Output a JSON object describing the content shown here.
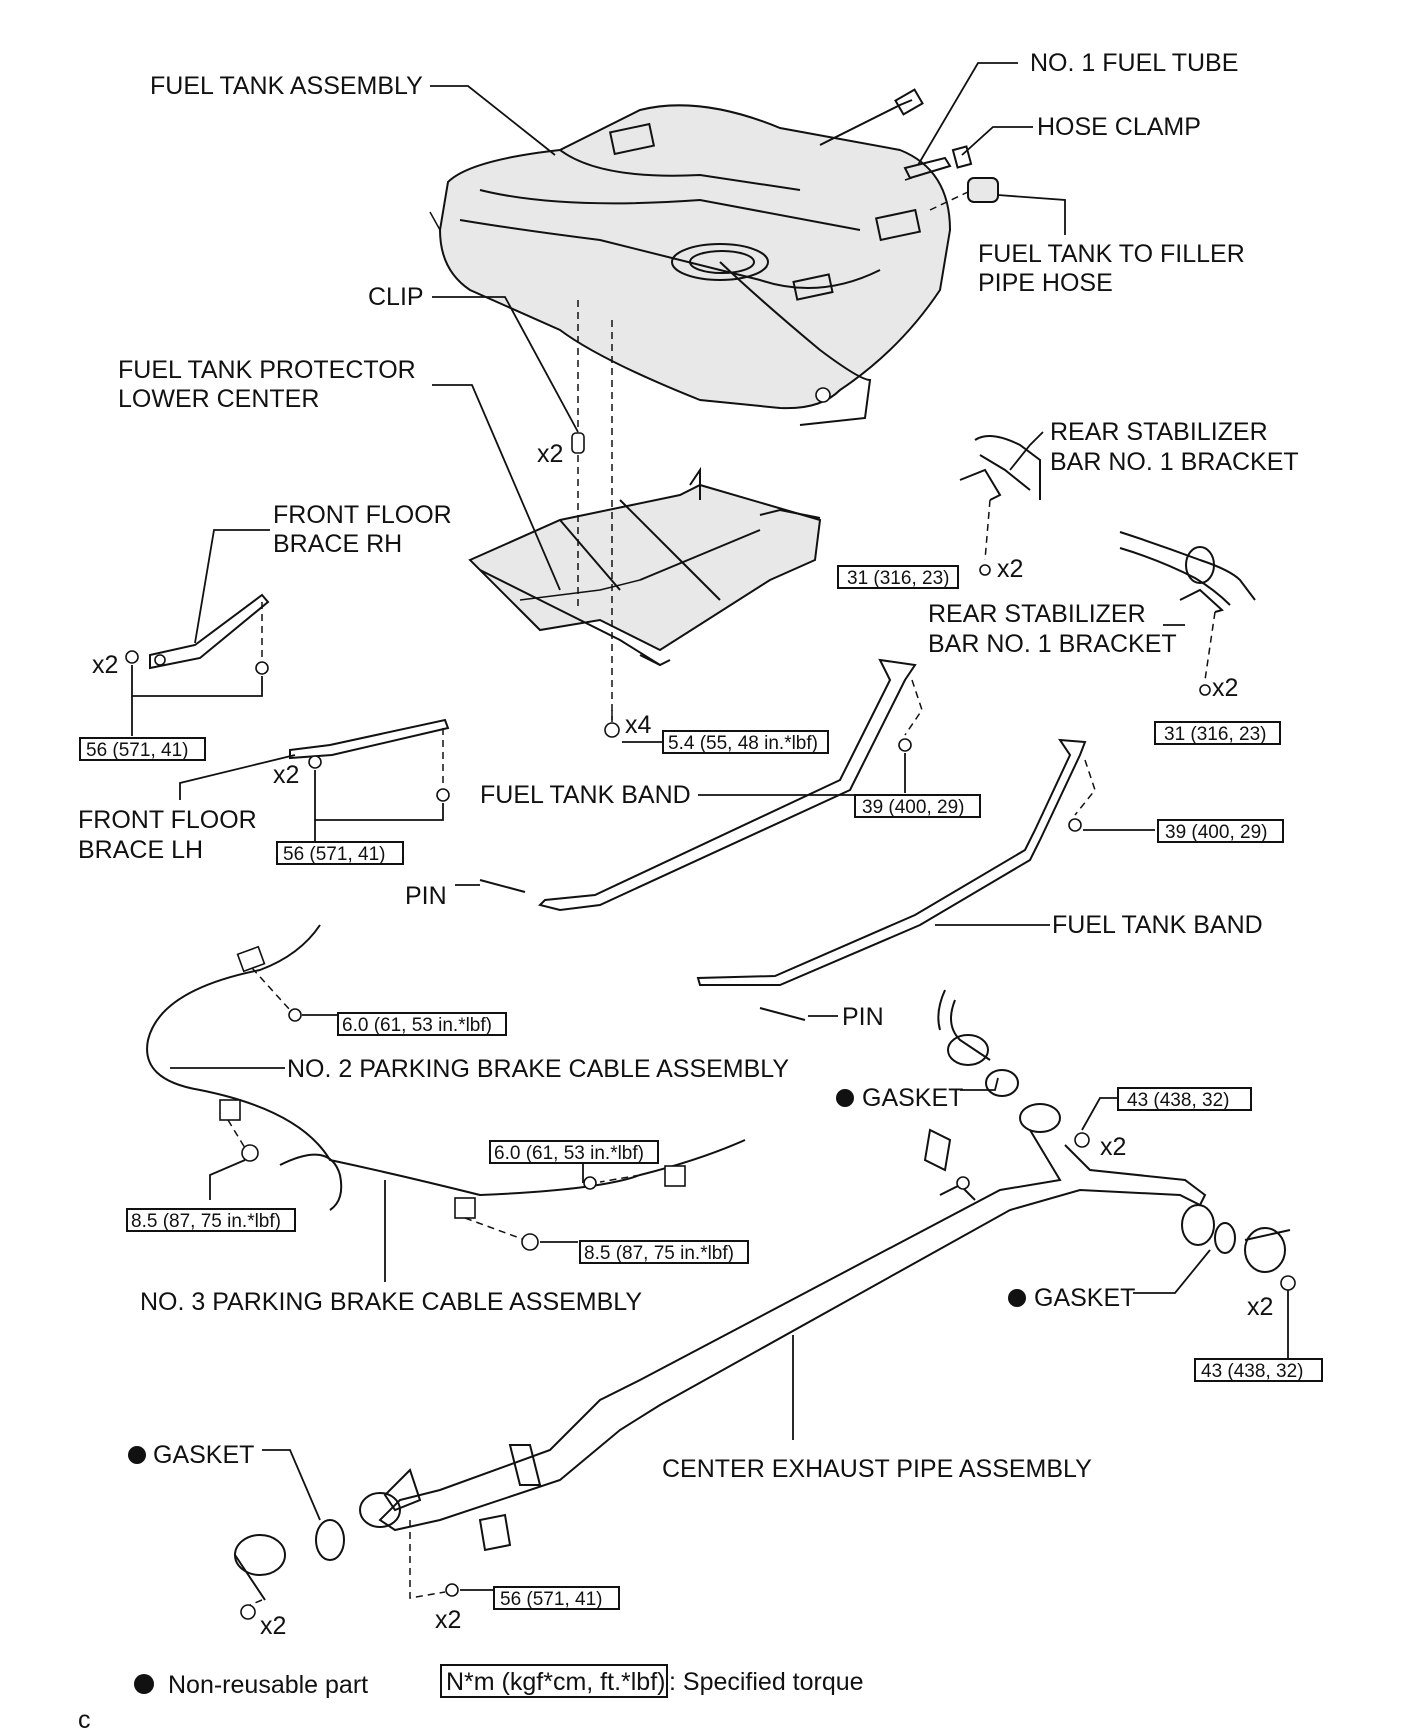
{
  "labels": {
    "fuel_tank_assembly": "FUEL TANK ASSEMBLY",
    "no1_fuel_tube": "NO. 1 FUEL TUBE",
    "hose_clamp": "HOSE CLAMP",
    "filler_pipe_hose_1": "FUEL TANK TO FILLER",
    "filler_pipe_hose_2": "PIPE HOSE",
    "clip": "CLIP",
    "protector_1": "FUEL TANK PROTECTOR",
    "protector_2": "LOWER CENTER",
    "stabilizer_bracket_a_1": "REAR STABILIZER",
    "stabilizer_bracket_a_2": "BAR NO. 1 BRACKET",
    "stabilizer_bracket_b_1": "REAR STABILIZER",
    "stabilizer_bracket_b_2": "BAR NO. 1 BRACKET",
    "front_floor_brace_rh_1": "FRONT FLOOR",
    "front_floor_brace_rh_2": "BRACE RH",
    "front_floor_brace_lh_1": "FRONT FLOOR",
    "front_floor_brace_lh_2": "BRACE LH",
    "fuel_tank_band_1": "FUEL TANK BAND",
    "fuel_tank_band_2": "FUEL TANK BAND",
    "pin_1": "PIN",
    "pin_2": "PIN",
    "no2_parking_brake_cable": "NO. 2 PARKING BRAKE CABLE ASSEMBLY",
    "no3_parking_brake_cable": "NO. 3 PARKING BRAKE CABLE ASSEMBLY",
    "gasket_front": "GASKET",
    "gasket_rear": "GASKET",
    "gasket_lower": "GASKET",
    "center_exhaust_pipe": "CENTER EXHAUST PIPE ASSEMBLY"
  },
  "quantities": {
    "clip_qty": "x2",
    "protector_bolt_qty": "x4",
    "rh_brace_qty": "x2",
    "lh_brace_qty": "x2",
    "bracket_a_qty": "x2",
    "bracket_b_qty": "x2",
    "front_exhaust_nut_qty": "x2",
    "rear_exhaust_nut_qty": "x2",
    "lower_nut_qty": "x2",
    "lower_bolt_qty": "x2"
  },
  "torques": {
    "bracket_a": "31 (316, 23)",
    "bracket_b": "31 (316, 23)",
    "rh_brace": "56 (571, 41)",
    "lh_brace": "56 (571, 41)",
    "protector": "5.4 (55, 48 in.*lbf)",
    "band_1": "39 (400, 29)",
    "band_2": "39 (400, 29)",
    "cable_upper": "6.0 (61, 53 in.*lbf)",
    "cable_middle": "6.0 (61, 53 in.*lbf)",
    "cable_nut_left": "8.5 (87, 75 in.*lbf)",
    "cable_nut_right": "8.5 (87, 75 in.*lbf)",
    "exhaust_front": "43 (438, 32)",
    "exhaust_rear": "43 (438, 32)",
    "exhaust_lower": "56 (571, 41)"
  },
  "legend": {
    "non_reusable": "Non-reusable part",
    "torque_unit": "N*m (kgf*cm, ft.*lbf)",
    "torque_desc": ": Specified torque"
  },
  "footer": {
    "figure_letter": "c"
  }
}
